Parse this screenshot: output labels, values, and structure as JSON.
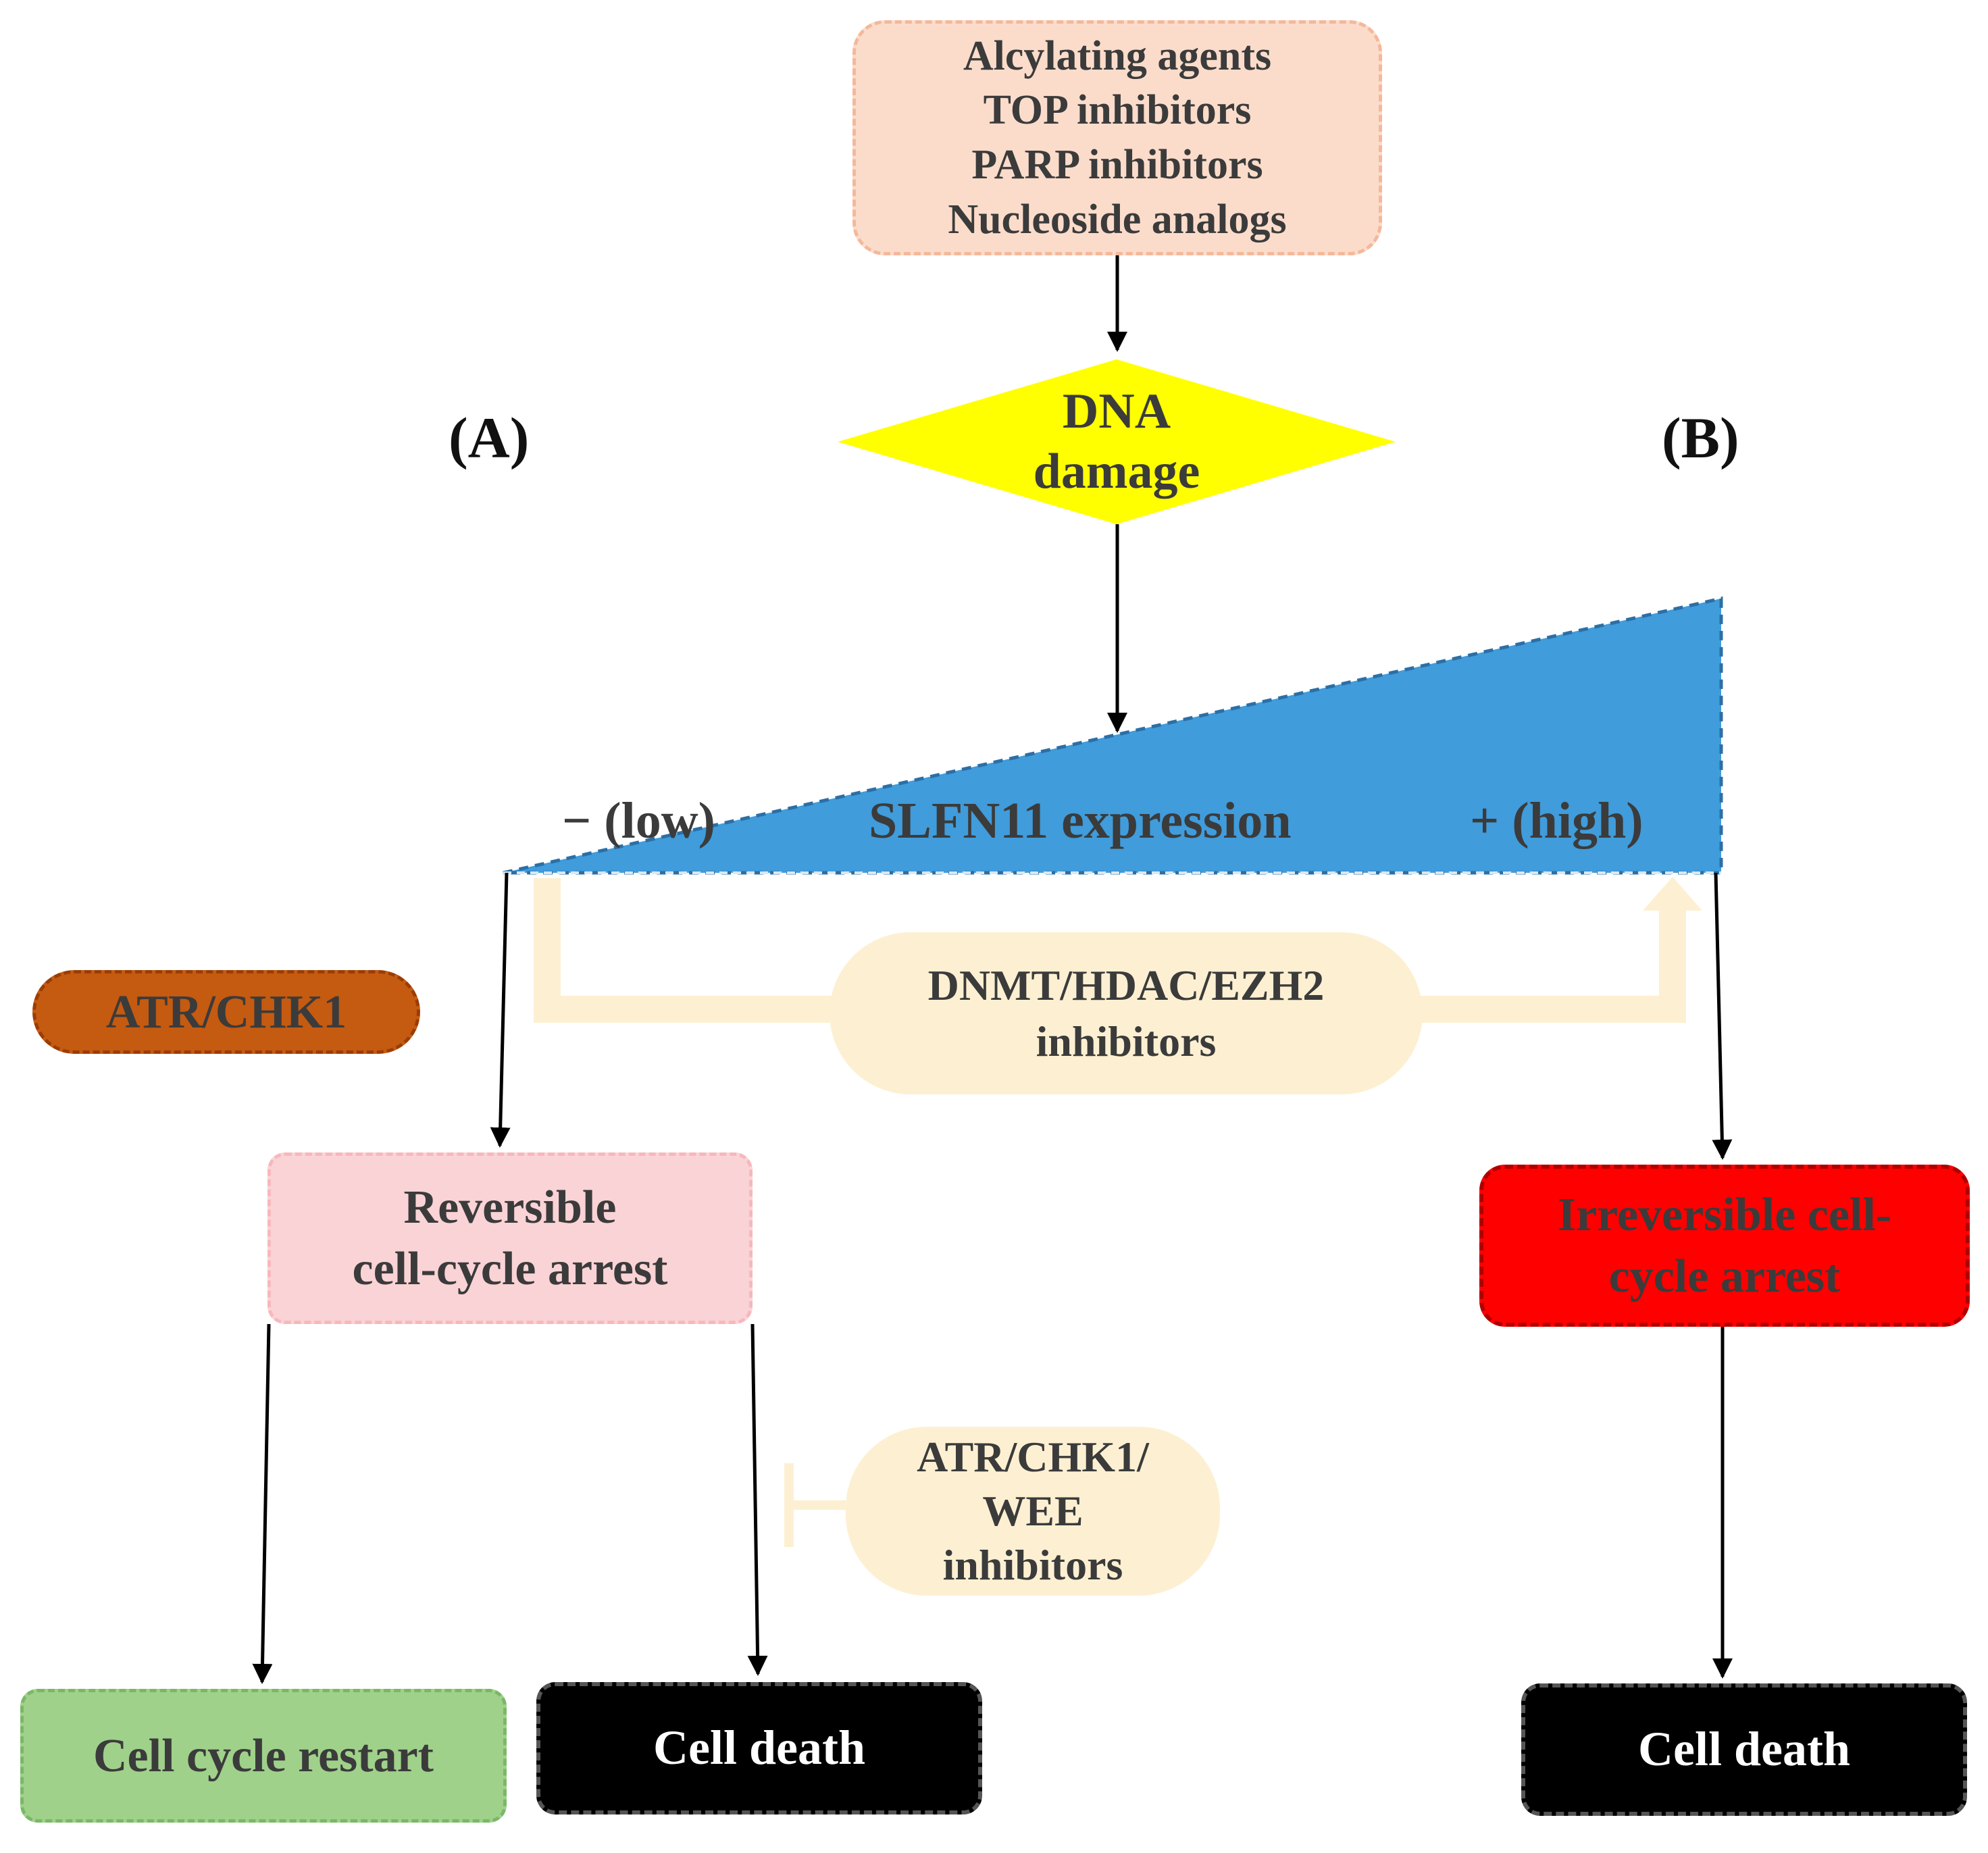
{
  "drug_box": {
    "lines": [
      "Alcylating agents",
      "TOP inhibitors",
      "PARP inhibitors",
      "Nucleoside analogs"
    ]
  },
  "dna_damage": {
    "lines": [
      "DNA",
      "damage"
    ]
  },
  "panel_a_label": "(A)",
  "panel_b_label": "(B)",
  "slfn11": {
    "title": "SLFN11 expression",
    "low": "− (low)",
    "high": "+ (high)"
  },
  "atr_chk1": "ATR/CHK1",
  "epigenetic_box": {
    "lines": [
      "DNMT/HDAC/EZH2",
      "inhibitors"
    ]
  },
  "reversible_box": {
    "lines": [
      "Reversible",
      "cell-cycle arrest"
    ]
  },
  "irreversible_box": {
    "lines": [
      "Irreversible cell-",
      "cycle arrest"
    ]
  },
  "wee_box": {
    "lines": [
      "ATR/CHK1/",
      "WEE",
      "inhibitors"
    ]
  },
  "cell_cycle_restart": "Cell cycle restart",
  "cell_death_a": "Cell death",
  "cell_death_b": "Cell death",
  "colors": {
    "drug_fill": "#fbdccb",
    "dna_fill": "#ffff00",
    "triangle_fill": "#409cdb",
    "atr_fill": "#c55a11",
    "inhibitor_fill": "#fdf0d2",
    "reversible_fill": "#fad3d6",
    "irreversible_fill": "#ff0000",
    "restart_fill": "#9fd18a",
    "death_fill": "#000000"
  }
}
